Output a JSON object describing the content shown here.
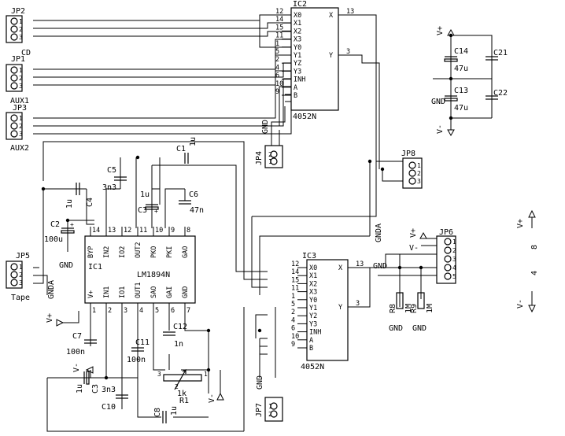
{
  "connectors": {
    "jp2": {
      "ref": "JP2",
      "pins": [
        "1",
        "2",
        "3"
      ]
    },
    "jp1": {
      "ref": "JP1",
      "pins": [
        "1",
        "2",
        "3"
      ],
      "name": "CD"
    },
    "jp3": {
      "ref": "JP3",
      "pins": [
        "1",
        "2",
        "3"
      ],
      "name": "AUX1"
    },
    "aux2": {
      "name": "AUX2"
    },
    "jp5": {
      "ref": "JP5",
      "pins": [
        "1",
        "2",
        "3"
      ],
      "name": "Tape"
    },
    "jp4": {
      "ref": "JP4",
      "pins": [
        "2",
        "1"
      ]
    },
    "jp7": {
      "ref": "JP7",
      "pins": [
        "1",
        "2"
      ]
    },
    "jp8": {
      "ref": "JP8",
      "pins": [
        "1",
        "2",
        "3"
      ]
    },
    "jp6": {
      "ref": "JP6",
      "pins": [
        "1",
        "2",
        "3",
        "4",
        "5"
      ]
    }
  },
  "ic2": {
    "ref": "IC2",
    "part": "4052N",
    "left_pins": [
      {
        "num": "12",
        "name": "X0"
      },
      {
        "num": "14",
        "name": "X1"
      },
      {
        "num": "15",
        "name": "X2"
      },
      {
        "num": "11",
        "name": "X3"
      },
      {
        "num": "1",
        "name": "Y0"
      },
      {
        "num": "5",
        "name": "Y1"
      },
      {
        "num": "2",
        "name": "YZ"
      },
      {
        "num": "4",
        "name": "Y3"
      },
      {
        "num": "6",
        "name": "INH"
      },
      {
        "num": "10",
        "name": "A"
      },
      {
        "num": "9",
        "name": "B"
      }
    ],
    "right_pins": [
      {
        "num": "13",
        "name": "X"
      },
      {
        "num": "3",
        "name": "Y"
      }
    ]
  },
  "ic3": {
    "ref": "IC3",
    "part": "4052N",
    "left_pins": [
      {
        "num": "12",
        "name": "X0"
      },
      {
        "num": "14",
        "name": "X1"
      },
      {
        "num": "15",
        "name": "X2"
      },
      {
        "num": "11",
        "name": "X3"
      },
      {
        "num": "1",
        "name": "Y0"
      },
      {
        "num": "5",
        "name": "Y1"
      },
      {
        "num": "2",
        "name": "Y2"
      },
      {
        "num": "4",
        "name": "Y3"
      },
      {
        "num": "6",
        "name": "INH"
      },
      {
        "num": "10",
        "name": "A"
      },
      {
        "num": "9",
        "name": "B"
      }
    ],
    "right_pins": [
      {
        "num": "13",
        "name": "X"
      },
      {
        "num": "3",
        "name": "Y"
      }
    ]
  },
  "ic1": {
    "ref": "IC1",
    "part": "LM1894N",
    "top_pins": [
      {
        "num": "14",
        "name": "BYP"
      },
      {
        "num": "13",
        "name": "IN2"
      },
      {
        "num": "12",
        "name": "IO2"
      },
      {
        "num": "11",
        "name": "OUT2"
      },
      {
        "num": "10",
        "name": "PKO"
      },
      {
        "num": "9",
        "name": "PKI"
      },
      {
        "num": "8",
        "name": "GAO"
      }
    ],
    "bottom_pins": [
      {
        "num": "1",
        "name": "V+"
      },
      {
        "num": "2",
        "name": "IN1"
      },
      {
        "num": "3",
        "name": "IO1"
      },
      {
        "num": "4",
        "name": "OUT1"
      },
      {
        "num": "5",
        "name": "SAO"
      },
      {
        "num": "6",
        "name": "GAI"
      },
      {
        "num": "7",
        "name": "GND"
      }
    ]
  },
  "parts": {
    "c1": {
      "ref": "C1",
      "value": "1u"
    },
    "c2": {
      "ref": "C2",
      "value": "100u"
    },
    "c3": {
      "ref": "C3",
      "value": "1u"
    },
    "c3b": {
      "ref": "C3",
      "value": "1u"
    },
    "c4": {
      "ref": "C4",
      "value": "1u"
    },
    "c5": {
      "ref": "C5",
      "value": "3n3"
    },
    "c6": {
      "ref": "C6",
      "value": "47n"
    },
    "c7": {
      "ref": "C7",
      "value": "100n"
    },
    "c8": {
      "ref": "C8",
      "value": "1u"
    },
    "c10": {
      "ref": "C10",
      "value": "3n3"
    },
    "c11": {
      "ref": "C11",
      "value": "100n"
    },
    "c12": {
      "ref": "C12",
      "value": "1n"
    },
    "c13": {
      "ref": "C13",
      "value": "47u"
    },
    "c14": {
      "ref": "C14",
      "value": "47u"
    },
    "c21": {
      "ref": "C21"
    },
    "c22": {
      "ref": "C22"
    },
    "r1": {
      "ref": "R1",
      "value": "1k",
      "pins": [
        "1",
        "2",
        "3"
      ]
    },
    "r8": {
      "ref": "R8",
      "value": "1M"
    },
    "r9": {
      "ref": "R9",
      "value": "1M"
    }
  },
  "power": {
    "vplus": "V+",
    "vminus": "V-",
    "gnd": "GND",
    "gnda": "GNDA"
  },
  "rot_labels": {
    "vp": "V+",
    "vm": "V-",
    "n8": "8",
    "n4": "4"
  }
}
